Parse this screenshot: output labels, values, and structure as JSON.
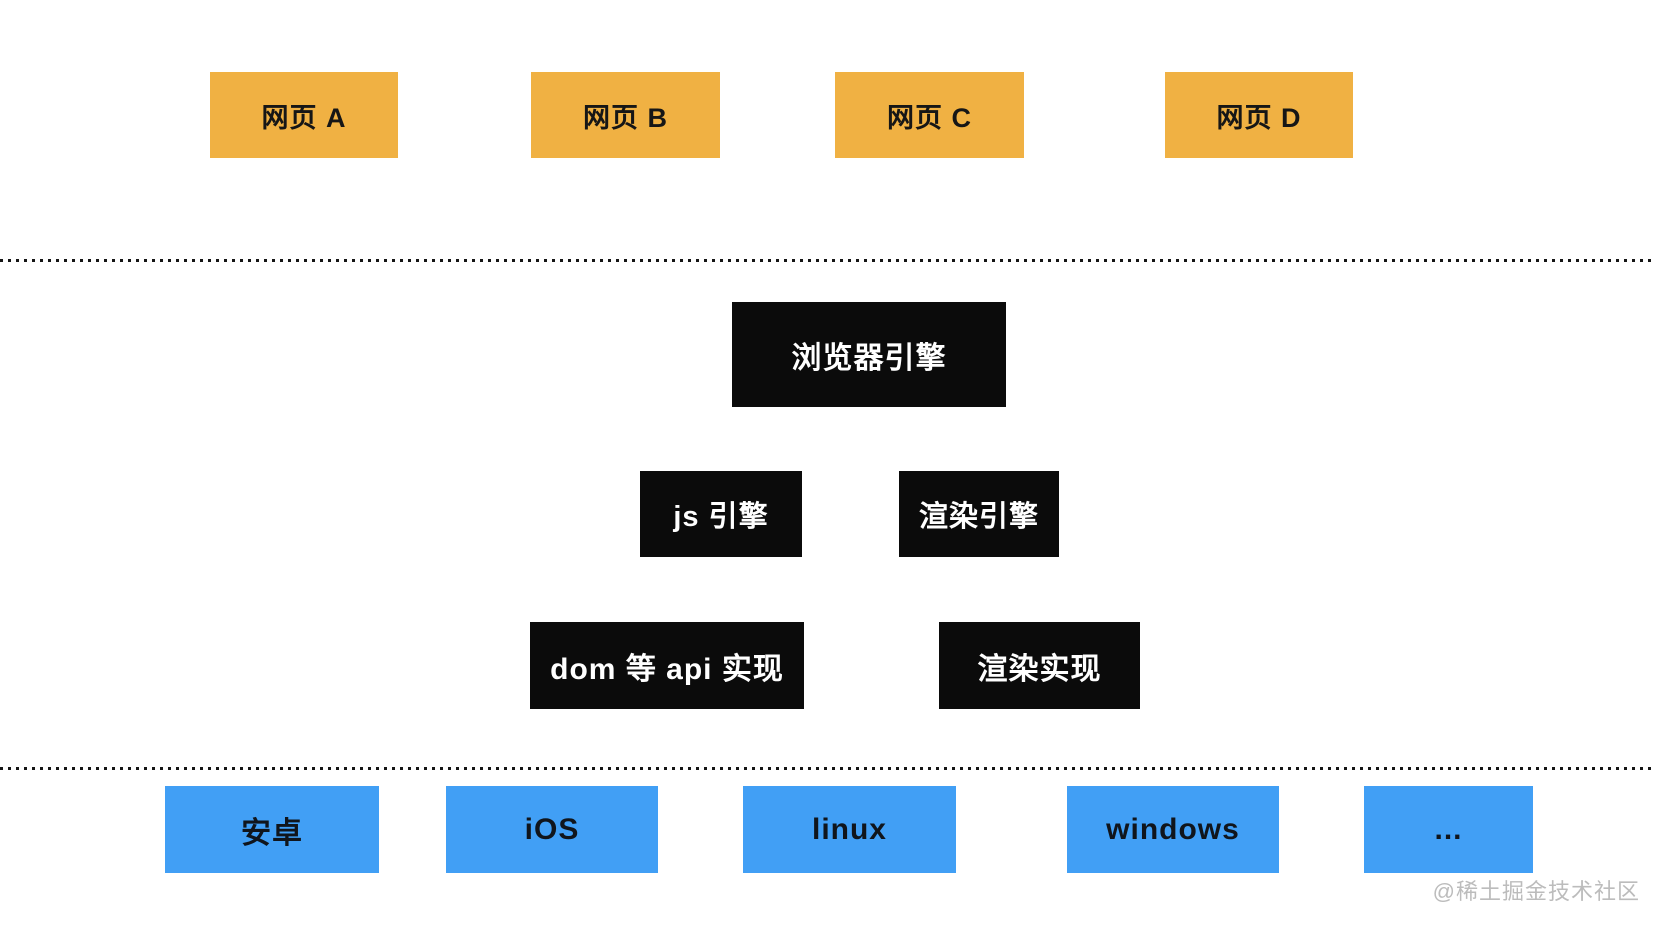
{
  "colors": {
    "webpage-box": "#F0B143",
    "engine-box": "#0B0B0B",
    "platform-box": "#419FF5",
    "dot-line": "#151515",
    "watermark-text": "#BCBCBC"
  },
  "webpages": [
    {
      "label": "网页 A"
    },
    {
      "label": "网页 B"
    },
    {
      "label": "网页 C"
    },
    {
      "label": "网页 D"
    }
  ],
  "browser_engine": {
    "label": "浏览器引擎"
  },
  "sub_engines": [
    {
      "label": "js 引擎"
    },
    {
      "label": "渲染引擎"
    }
  ],
  "implementations": [
    {
      "label": "dom 等 api 实现"
    },
    {
      "label": "渲染实现"
    }
  ],
  "platforms": [
    {
      "label": "安卓"
    },
    {
      "label": "iOS"
    },
    {
      "label": "linux"
    },
    {
      "label": "windows"
    },
    {
      "label": "..."
    }
  ],
  "watermark": {
    "label": "@稀土掘金技术社区"
  }
}
